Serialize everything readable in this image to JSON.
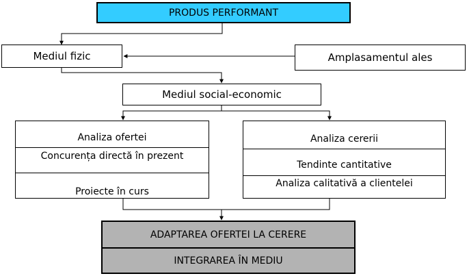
{
  "title": "PRODUS PERFORMANT",
  "mediul_fizic": "Mediul fizic",
  "amplasament": "Amplasamentul ales",
  "mediul_social": "Mediul social-economic",
  "oferta": {
    "header": "Analiza ofertei",
    "items": [
      "Concurența directă în prezent",
      "Proiecte în curs"
    ]
  },
  "cerere": {
    "header": "Analiza cererii",
    "items": [
      "Tendinte cantitative",
      "Analiza calitativă a clientelei"
    ]
  },
  "bottom": {
    "line1": "ADAPTAREA OFERTEI LA CERERE",
    "line2": "INTEGRAREA ÎN MEDIU"
  },
  "colors": {
    "title_fill": "#33CCFF",
    "bottom_fill": "#B3B3B3",
    "line": "#000000"
  }
}
